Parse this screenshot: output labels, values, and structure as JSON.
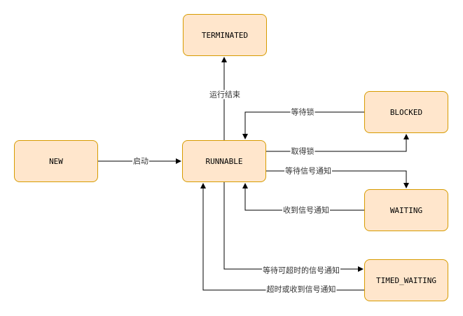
{
  "nodes": {
    "terminated": "TERMINATED",
    "blocked": "BLOCKED",
    "new": "NEW",
    "runnable": "RUNNABLE",
    "waiting": "WAITING",
    "timed_waiting": "TIMED_WAITING"
  },
  "edges": {
    "run_end": "运行结束",
    "wait_lock": "等待锁",
    "start": "启动",
    "get_lock": "取得锁",
    "wait_signal": "等待信号通知",
    "recv_signal": "收到信号通知",
    "wait_timeout_signal": "等待可超时的信号通知",
    "timeout_or_recv": "超时或收到信号通知"
  },
  "colors": {
    "node_fill": "#ffe6cc",
    "node_stroke": "#d79b00",
    "edge": "#000000"
  }
}
